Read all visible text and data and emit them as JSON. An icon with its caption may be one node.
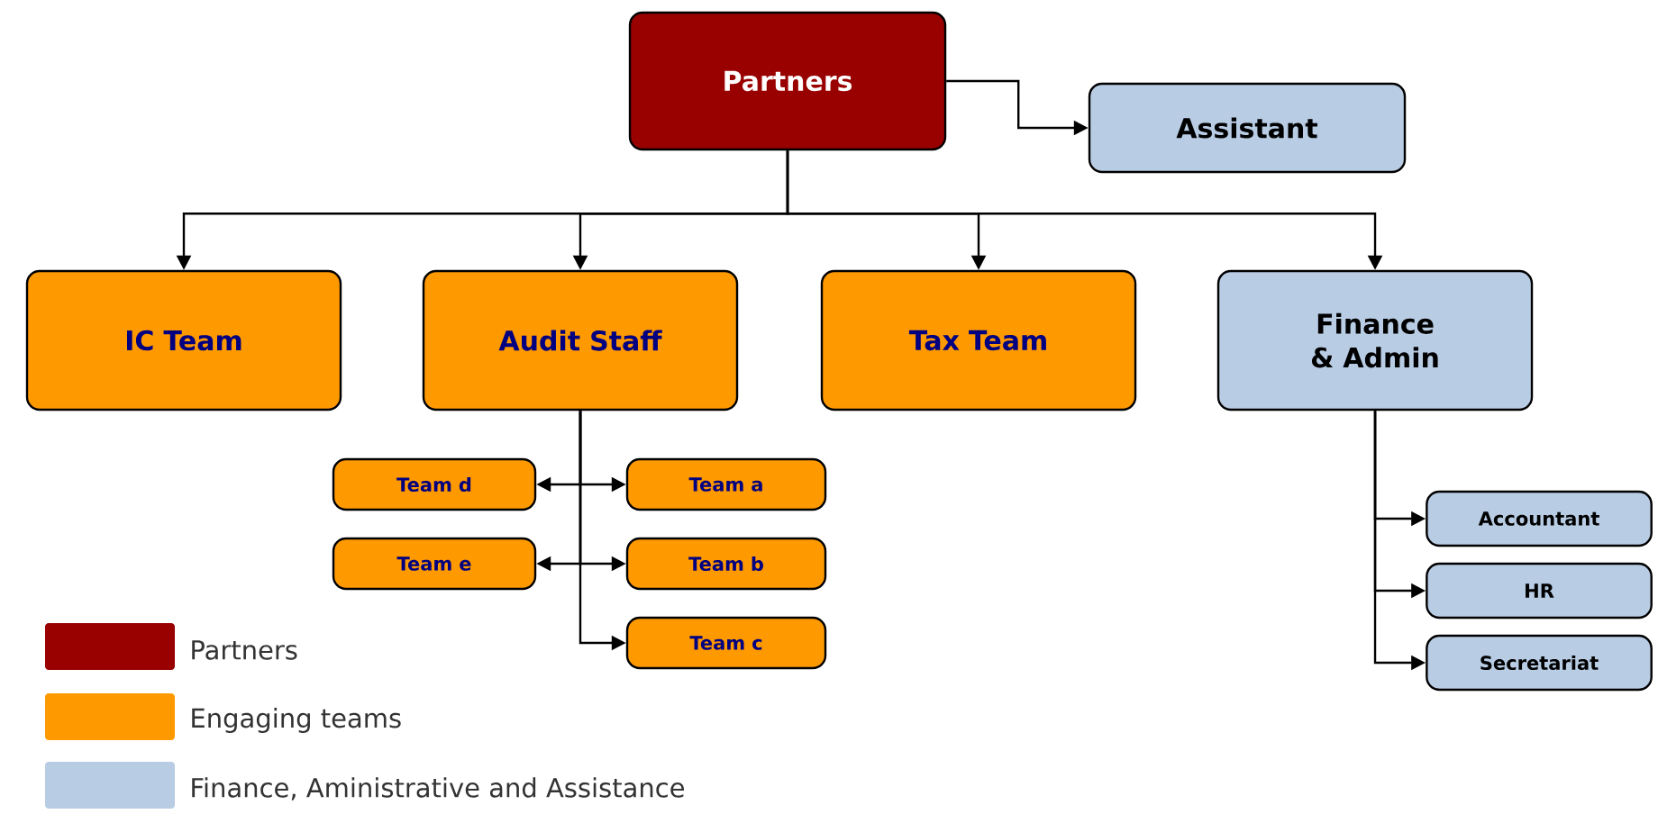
{
  "diagram": {
    "nodes": [
      {
        "text": [
          "Partners"
        ]
      },
      {
        "text": [
          "Assistant"
        ]
      },
      {
        "text": [
          "IC Team"
        ]
      },
      {
        "text": [
          "Audit Staff"
        ]
      },
      {
        "text": [
          "Tax Team"
        ]
      },
      {
        "text": [
          "Finance & Admin"
        ]
      },
      {
        "text": [
          "Team d"
        ]
      },
      {
        "text": [
          "Team a"
        ]
      },
      {
        "text": [
          "Team e"
        ]
      },
      {
        "text": [
          "Team b"
        ]
      },
      {
        "text": [
          "Team c"
        ]
      },
      {
        "text": [
          "Accountant"
        ]
      },
      {
        "text": [
          "HR"
        ]
      },
      {
        "text": [
          "Secretariat"
        ]
      }
    ],
    "edges": [
      {
        "from": 0,
        "to": 1,
        "arrow": "to"
      },
      {
        "from": 0,
        "to": 2,
        "arrow": "to"
      },
      {
        "from": 0,
        "to": 3,
        "arrow": "to"
      },
      {
        "from": 0,
        "to": 4,
        "arrow": "to"
      },
      {
        "from": 0,
        "to": 5,
        "arrow": "to"
      },
      {
        "from": 3,
        "to": 6,
        "arrow": "to"
      },
      {
        "from": 3,
        "to": 7,
        "arrow": "to"
      },
      {
        "from": 3,
        "to": 8,
        "arrow": "to"
      },
      {
        "from": 3,
        "to": 9,
        "arrow": "to"
      },
      {
        "from": 3,
        "to": 10,
        "arrow": "to"
      },
      {
        "from": 5,
        "to": 11,
        "arrow": "to"
      },
      {
        "from": 5,
        "to": 12,
        "arrow": "to"
      },
      {
        "from": 5,
        "to": 13,
        "arrow": "to"
      }
    ],
    "legend": [
      {
        "text": "Partners",
        "color": "#990000"
      },
      {
        "text": "Engaging teams",
        "color": "#ff9900"
      },
      {
        "text": "Finance, Aministrative and Assistance",
        "color": "#b8cce4"
      }
    ]
  }
}
